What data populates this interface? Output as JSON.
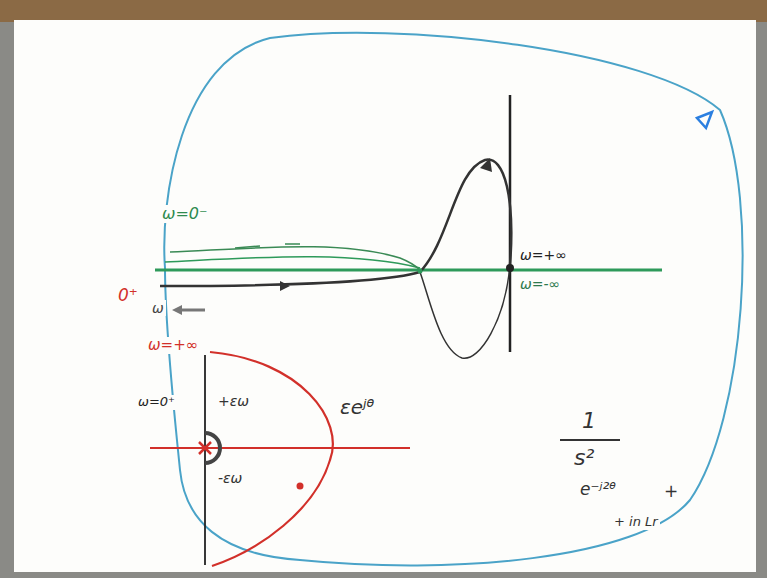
{
  "diagram": {
    "labels": [
      "ω=0⁻",
      "ω=+∞",
      "ω=-∞",
      "0⁺",
      "ω",
      "ω=+∞",
      "ω=0⁺",
      "+εω",
      "εeʲᶿ",
      "-εω",
      "1",
      "s²",
      "e⁻ʲ²ᶿ",
      "+",
      "+ in Lr"
    ]
  }
}
